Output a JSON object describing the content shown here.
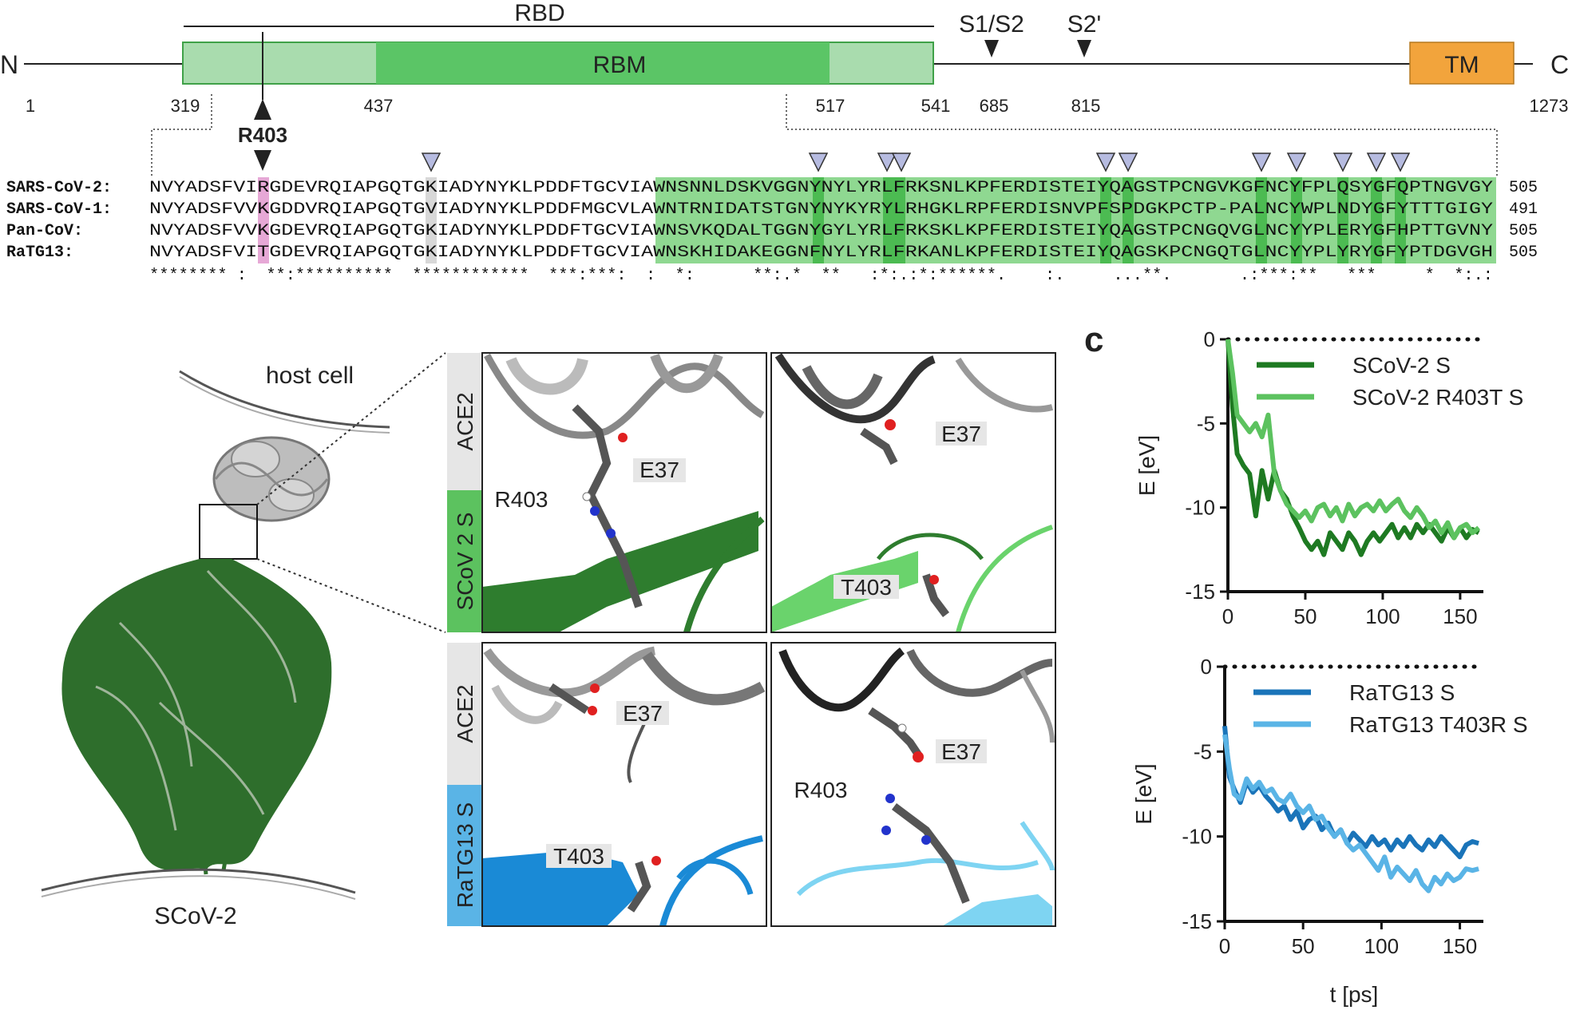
{
  "domain_map": {
    "n_label": "N",
    "c_label": "C",
    "rbd_label": "RBD",
    "rbm_label": "RBM",
    "tm_label": "TM",
    "s1s2_label": "S1/S2",
    "s2p_label": "S2'",
    "r403_label": "R403",
    "positions": [
      "1",
      "319",
      "437",
      "517",
      "541",
      "685",
      "815",
      "1273"
    ]
  },
  "alignment": {
    "rows": [
      {
        "name": "SARS-CoV-2:",
        "seq": "NVYADSFVIRGDEVRQIAPGQTGKIADYNYKLPDDFTGCVIAWNSNNLDSKVGGNYNYLYRLFRKSNLKPFERDISTEIYQAGSTPCNGVKGFNCYFPLQSYGFQPTNGVGY",
        "end": "505"
      },
      {
        "name": "SARS-CoV-1:",
        "seq": "NVYADSFVVKGDDVRQIAPGQTGVIADYNYKLPDDFMGCVLAWNTRNIDATSTGNYNYKYRYLRHGKLRPFERDISNVPFSPDGKPCTP-PALNCYWPLNDYGFYTTTGIGY",
        "end": "491"
      },
      {
        "name": "Pan-CoV:",
        "seq": "NVYADSFVVKGDEVRQIAPGQTGKIADYNYKLPDDFTGCVIAWNSVKQDALTGGNYGYLYRLFRKSKLKPFERDISTEIYQAGSTPCNGQVGLNCYYPLERYGFHPTTGVNY",
        "end": "505"
      },
      {
        "name": "RaTG13:",
        "seq": "NVYADSFVITGDEVRQIAPGQTGKIADYNYKLPDDFTGCVIAWNSKHIDAKEGGNFNYLYRLFRKANLKPFERDISTEIYQAGSKPCNGQTGLNCYYPLYRYGFYPTDGVGH",
        "end": "505"
      }
    ],
    "conservation": "******** :  **:**********  ************  ***:***:  :  *:      **:.*  **   :*:.:*:******.    :.     ...**.       .:***:**   ***     *  *:.:"
  },
  "panel_b": {
    "host_cell_label": "host cell",
    "virus_label": "SCoV-2",
    "ace2_label": "ACE2",
    "scov2_s_label": "SCoV 2 S",
    "ratg13_s_label": "RaTG13 S",
    "e37_label": "E37",
    "r403_label": "R403",
    "t403_label": "T403"
  },
  "panel_c_label": "c",
  "chart_data": [
    {
      "type": "line",
      "ylabel": "E [eV]",
      "xlabel": "",
      "xlim": [
        0,
        165
      ],
      "ylim": [
        -15,
        0
      ],
      "xticks": [
        "0",
        "50",
        "100",
        "150"
      ],
      "yticks": [
        "0",
        "-5",
        "-10",
        "-15"
      ],
      "zero_line": "dotted",
      "legend_position": "top-right",
      "series": [
        {
          "name": "SCoV-2 S",
          "color": "#1e7a22",
          "x": [
            0,
            3,
            6,
            10,
            14,
            18,
            22,
            26,
            30,
            34,
            38,
            42,
            46,
            50,
            54,
            58,
            62,
            66,
            70,
            74,
            78,
            82,
            86,
            90,
            94,
            98,
            102,
            106,
            110,
            114,
            118,
            122,
            126,
            130,
            134,
            138,
            142,
            146,
            150,
            154,
            158,
            162
          ],
          "y": [
            0,
            -4,
            -6.8,
            -7.5,
            -8,
            -10.5,
            -7.8,
            -9.5,
            -7.8,
            -9,
            -9.5,
            -10.5,
            -11.2,
            -12,
            -12.5,
            -12,
            -12.8,
            -11.5,
            -12,
            -12.5,
            -11.5,
            -12,
            -12.8,
            -12,
            -11.5,
            -12,
            -11.5,
            -11,
            -11.8,
            -11.2,
            -11.8,
            -11,
            -11.5,
            -11,
            -11.5,
            -12,
            -11.2,
            -11.8,
            -11.2,
            -11.8,
            -11.3,
            -11.5
          ]
        },
        {
          "name": "SCoV-2 R403T S",
          "color": "#5cc25f",
          "x": [
            0,
            3,
            6,
            10,
            14,
            18,
            22,
            26,
            30,
            34,
            38,
            42,
            46,
            50,
            54,
            58,
            62,
            66,
            70,
            74,
            78,
            82,
            86,
            90,
            94,
            98,
            102,
            106,
            110,
            114,
            118,
            122,
            126,
            130,
            134,
            138,
            142,
            146,
            150,
            154,
            158,
            162
          ],
          "y": [
            0,
            -2,
            -4.5,
            -5,
            -5.5,
            -5,
            -5.8,
            -4.5,
            -8,
            -9,
            -9.8,
            -10.2,
            -10.6,
            -10.2,
            -10.8,
            -10,
            -9.8,
            -10.5,
            -10,
            -10.8,
            -9.8,
            -10.5,
            -10,
            -9.8,
            -10.2,
            -9.6,
            -10.2,
            -9.8,
            -9.5,
            -10.2,
            -10.6,
            -10,
            -10.5,
            -11.2,
            -10.8,
            -11.5,
            -10.9,
            -11.8,
            -11.2,
            -11,
            -11.5,
            -11.2
          ]
        }
      ]
    },
    {
      "type": "line",
      "ylabel": "E [eV]",
      "xlabel": "t [ps]",
      "xlim": [
        0,
        165
      ],
      "ylim": [
        -15,
        0
      ],
      "xticks": [
        "0",
        "50",
        "100",
        "150"
      ],
      "yticks": [
        "0",
        "-5",
        "-10",
        "-15"
      ],
      "zero_line": "dotted",
      "legend_position": "top-right",
      "series": [
        {
          "name": "RaTG13 S",
          "color": "#1a74b9",
          "x": [
            0,
            3,
            6,
            10,
            14,
            18,
            22,
            26,
            30,
            34,
            38,
            42,
            46,
            50,
            54,
            58,
            62,
            66,
            70,
            74,
            78,
            82,
            86,
            90,
            94,
            98,
            102,
            106,
            110,
            114,
            118,
            122,
            126,
            130,
            134,
            138,
            142,
            146,
            150,
            154,
            158,
            162
          ],
          "y": [
            -3.5,
            -6.5,
            -7.2,
            -8,
            -6.8,
            -7.4,
            -7,
            -7.6,
            -8,
            -8.5,
            -8.2,
            -9,
            -8.5,
            -9.5,
            -9,
            -8.8,
            -9.6,
            -9.2,
            -10,
            -9.6,
            -10.4,
            -9.8,
            -10.2,
            -10.6,
            -10,
            -10.5,
            -10.2,
            -10.8,
            -10.2,
            -10.6,
            -10,
            -10.5,
            -10.8,
            -10.2,
            -10.6,
            -10,
            -10.4,
            -10.8,
            -11.2,
            -10.5,
            -10.3,
            -10.4
          ]
        },
        {
          "name": "RaTG13 T403R S",
          "color": "#5ab4e6",
          "x": [
            0,
            3,
            6,
            10,
            14,
            18,
            22,
            26,
            30,
            34,
            38,
            42,
            46,
            50,
            54,
            58,
            62,
            66,
            70,
            74,
            78,
            82,
            86,
            90,
            94,
            98,
            102,
            106,
            110,
            114,
            118,
            122,
            126,
            130,
            134,
            138,
            142,
            146,
            150,
            154,
            158,
            162
          ],
          "y": [
            -4,
            -6,
            -7.5,
            -7.8,
            -6.6,
            -7.2,
            -6.8,
            -7.4,
            -7.2,
            -7.8,
            -8,
            -7.5,
            -8.2,
            -8.6,
            -8.2,
            -9,
            -8.8,
            -9.5,
            -10,
            -9.6,
            -10.4,
            -10.8,
            -10.5,
            -11,
            -11.5,
            -12,
            -11.2,
            -12.4,
            -11.8,
            -12.2,
            -12.6,
            -12,
            -12.8,
            -13.2,
            -12.4,
            -12.8,
            -12.2,
            -12.6,
            -12.4,
            -11.9,
            -12,
            -11.9
          ]
        }
      ]
    }
  ]
}
